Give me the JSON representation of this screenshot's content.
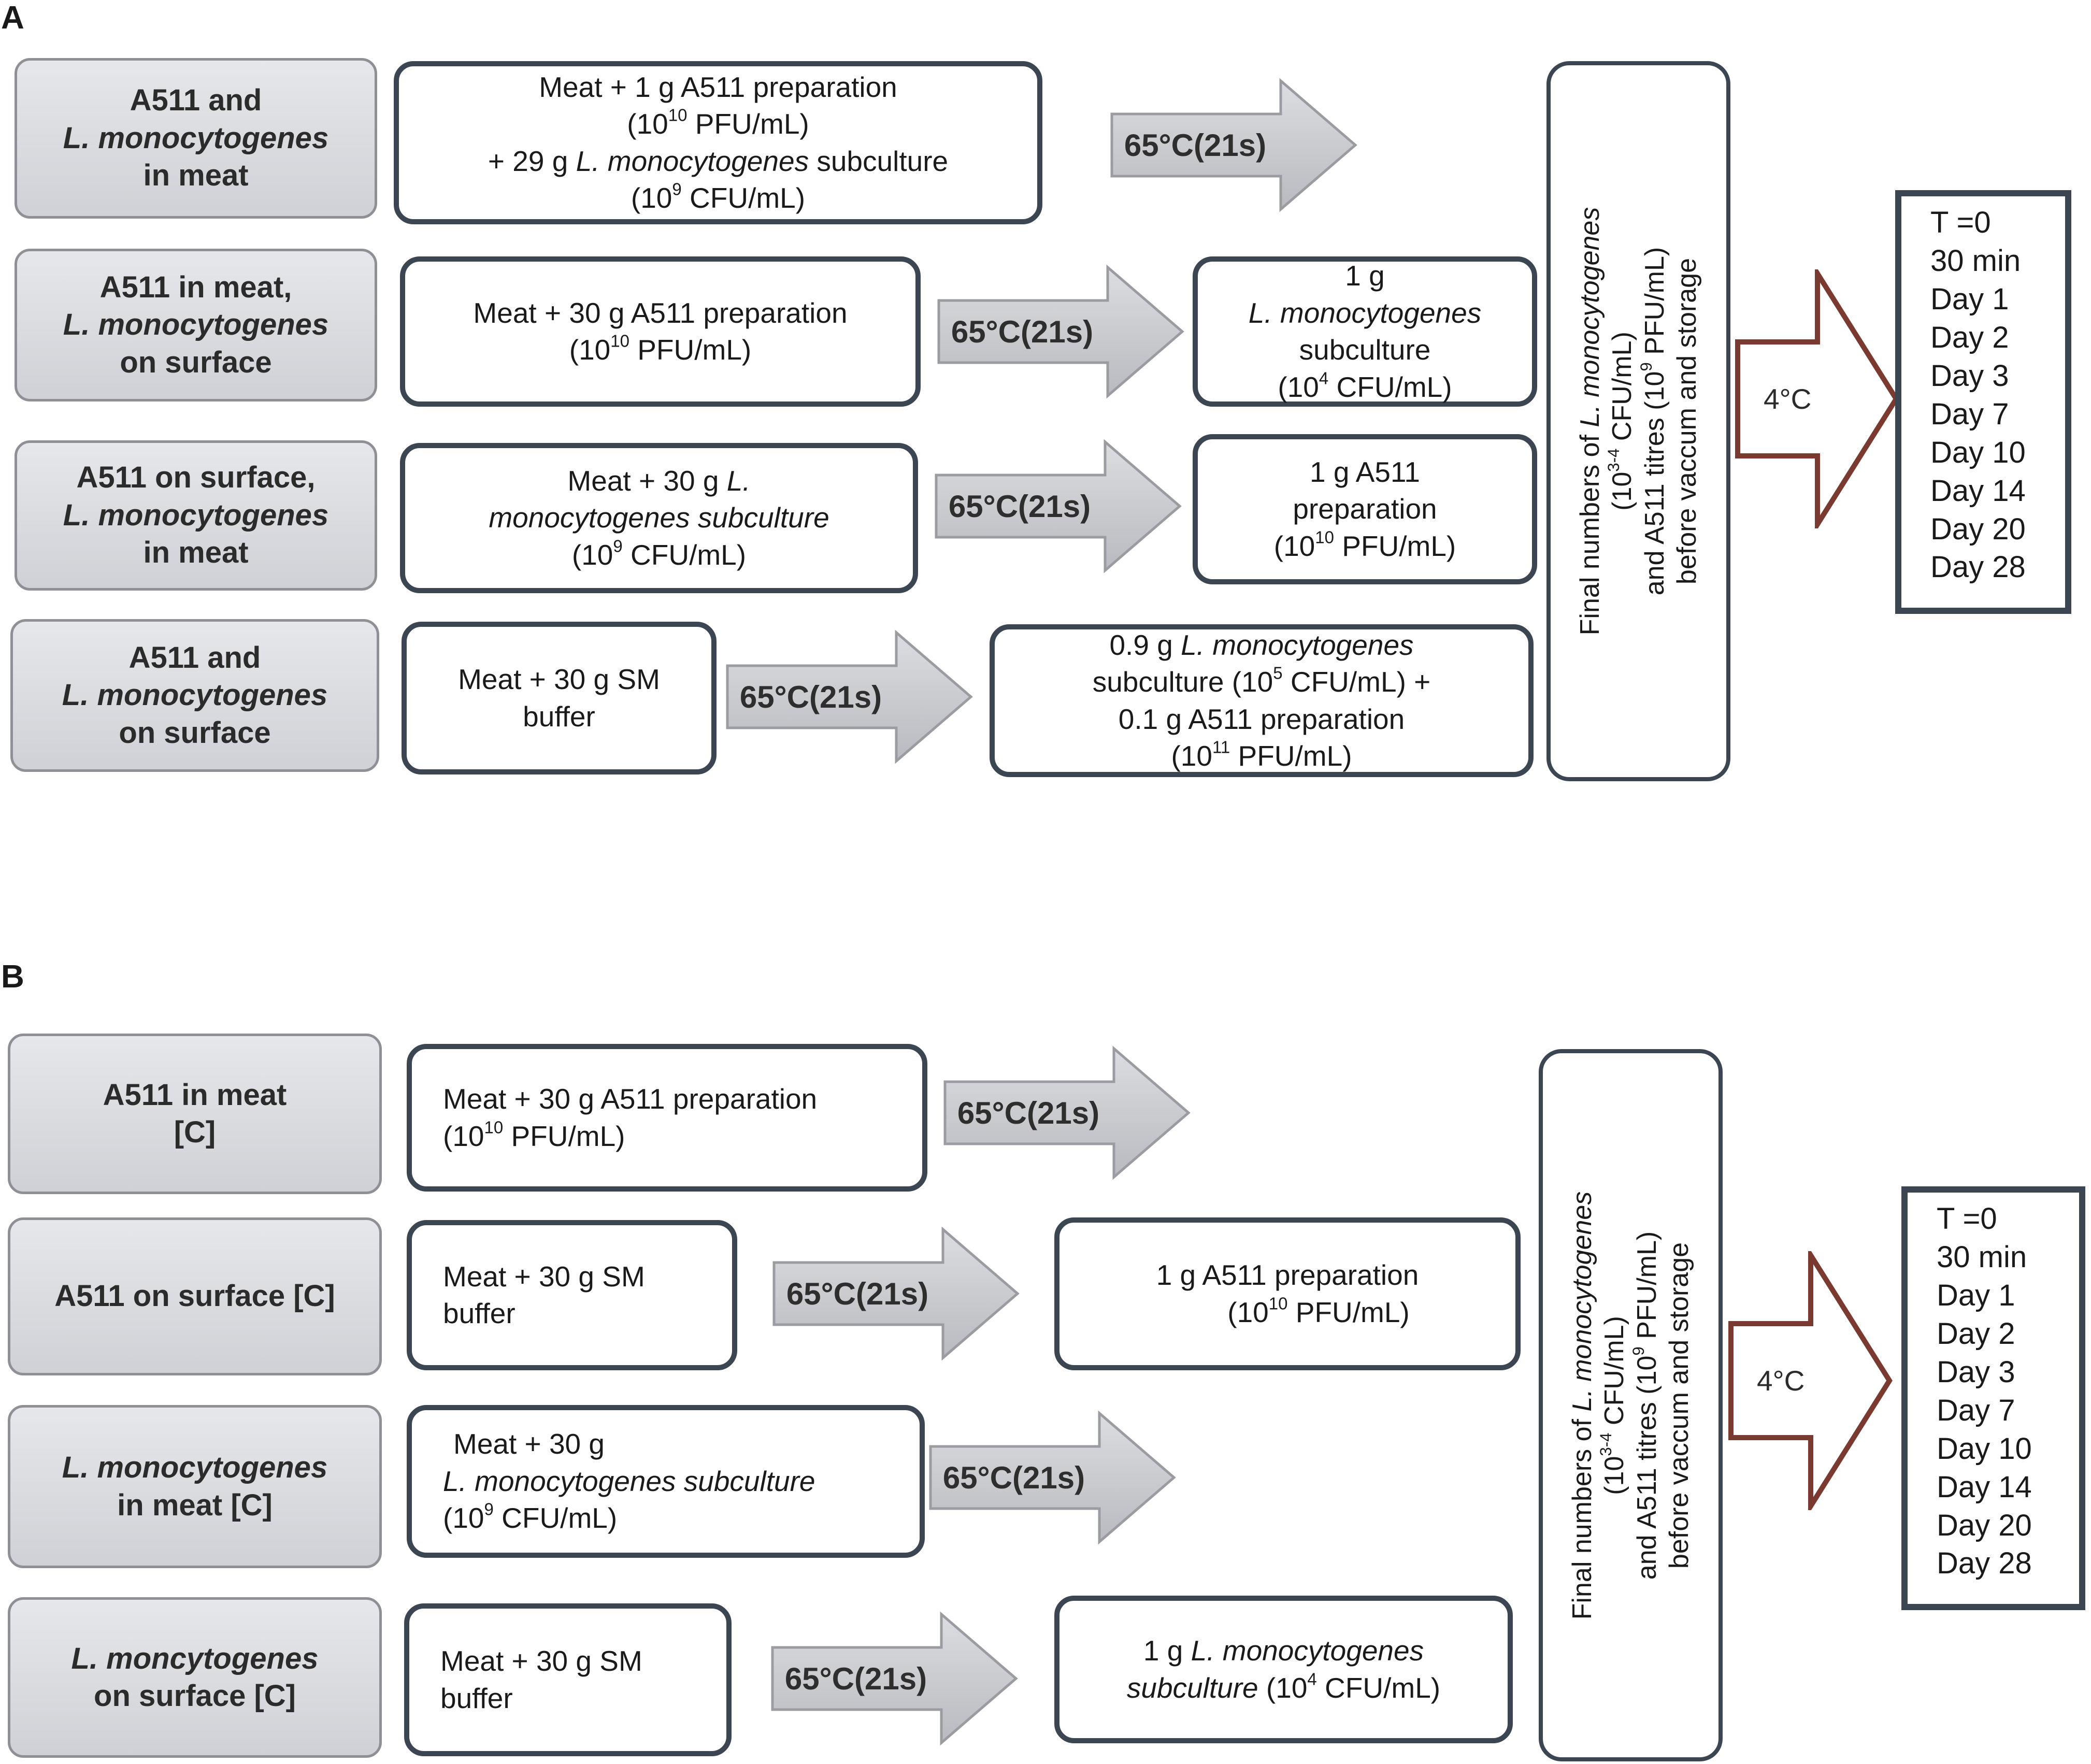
{
  "panels": [
    {
      "letter": "A",
      "rows": [
        {
          "label": [
            "A511 and",
            "L. monocytogenes",
            "in meat"
          ],
          "step1": [
            [
              "Meat + 1 g A511 preparation"
            ],
            [
              "(10",
              {
                "sup": "10"
              },
              " PFU/mL)"
            ],
            [
              "+ 29 g ",
              {
                "i": "L. monocytogenes"
              },
              " subculture"
            ],
            [
              "(10",
              {
                "sup": "9"
              },
              " CFU/mL)"
            ]
          ],
          "arrow": "65°C(21s)",
          "step2": []
        },
        {
          "label": [
            "A511 in meat,",
            "L. monocytogenes",
            "on surface"
          ],
          "step1": [
            [
              "Meat + 30 g A511 preparation"
            ],
            [
              "(10",
              {
                "sup": "10"
              },
              " PFU/mL)"
            ]
          ],
          "arrow": "65°C(21s)",
          "step2": [
            [
              "1 g"
            ],
            [
              {
                "i": "L. monocytogenes"
              }
            ],
            [
              "subculture"
            ],
            [
              "(10",
              {
                "sup": "4"
              },
              " CFU/mL)"
            ]
          ]
        },
        {
          "label": [
            "A511 on surface,",
            "L. monocytogenes",
            "in meat"
          ],
          "step1": [
            [
              "Meat + 30 g ",
              {
                "i": "L."
              }
            ],
            [
              {
                "i": "monocytogenes subculture"
              }
            ],
            [
              "(10",
              {
                "sup": "9"
              },
              " CFU/mL)"
            ]
          ],
          "arrow": "65°C(21s)",
          "step2": [
            [
              "1 g A511"
            ],
            [
              "preparation"
            ],
            [
              "(10",
              {
                "sup": "10"
              },
              " PFU/mL)"
            ]
          ]
        },
        {
          "label": [
            "A511 and",
            "L. monocytogenes",
            "on surface"
          ],
          "step1": [
            [
              "Meat + 30 g SM"
            ],
            [
              "buffer"
            ]
          ],
          "arrow": "65°C(21s)",
          "step2": [
            [
              "0.9 g ",
              {
                "i": "L. monocytogenes"
              }
            ],
            [
              "subculture  (10",
              {
                "sup": "5"
              },
              " CFU/mL) +"
            ],
            [
              "0.1 g A511 preparation"
            ],
            [
              "(10",
              {
                "sup": "11"
              },
              " PFU/mL)"
            ]
          ]
        }
      ],
      "final_box": [
        [
          "Final numbers of ",
          {
            "i": "L. monocytogenes"
          }
        ],
        [
          "(10",
          {
            "sup": "3-4"
          },
          " CFU/mL)"
        ],
        [
          "and A511 titres (10",
          {
            "sup": "9"
          },
          " PFU/mL)"
        ],
        [
          "before vaccum and storage"
        ]
      ],
      "storage_arrow": "4°C",
      "times": [
        "T =0",
        "30 min",
        "Day 1",
        "Day 2",
        "Day 3",
        "Day 7",
        "Day 10",
        "Day 14",
        "Day 20",
        "Day 28"
      ]
    },
    {
      "letter": "B",
      "rows": [
        {
          "label": [
            "A511 in meat",
            "[C]"
          ],
          "step1": [
            [
              "Meat + 30 g A511 preparation"
            ],
            [
              "(10",
              {
                "sup": "10"
              },
              " PFU/mL)"
            ]
          ],
          "arrow": "65°C(21s)",
          "step2": []
        },
        {
          "label": [
            "A511 on surface [C]"
          ],
          "step1": [
            [
              "Meat + 30 g SM"
            ],
            [
              "buffer"
            ]
          ],
          "arrow": "65°C(21s)",
          "step2": [
            [
              "1 g A511 preparation"
            ],
            [
              "(10",
              {
                "sup": "10"
              },
              " PFU/mL)"
            ]
          ]
        },
        {
          "label": [
            {
              "i": "L. monocytogenes"
            },
            "in meat [C]"
          ],
          "step1": [
            [
              "Meat + 30 g"
            ],
            [
              {
                "i": "L. monocytogenes subculture"
              }
            ],
            [
              "(10",
              {
                "sup": "9"
              },
              " CFU/mL)"
            ]
          ],
          "arrow": "65°C(21s)",
          "step2": []
        },
        {
          "label": [
            {
              "i": "L. moncytogenes"
            },
            "on surface [C]"
          ],
          "step1": [
            [
              "Meat  + 30 g SM"
            ],
            [
              "buffer"
            ]
          ],
          "arrow": "65°C(21s)",
          "step2": [
            [
              "1 g ",
              {
                "i": "L. monocytogenes"
              }
            ],
            [
              {
                "i": "subculture"
              },
              " (10",
              {
                "sup": "4"
              },
              " CFU/mL)"
            ]
          ]
        }
      ],
      "final_box": [
        [
          "Final numbers of ",
          {
            "i": "L. monocytogenes"
          }
        ],
        [
          "(10",
          {
            "sup": "3-4"
          },
          " CFU/mL)"
        ],
        [
          "and A511 titres (10",
          {
            "sup": "9"
          },
          " PFU/mL)"
        ],
        [
          "before vaccum and storage"
        ]
      ],
      "storage_arrow": "4°C",
      "times": [
        "T =0",
        "30 min",
        "Day 1",
        "Day 2",
        "Day 3",
        "Day 7",
        "Day 10",
        "Day 14",
        "Day 20",
        "Day 28"
      ]
    }
  ],
  "colors": {
    "box_border": "#3c4552",
    "label_fill": "#d8d9dd",
    "arrow_fill": "#c7c8cc",
    "storage_arrow_stroke": "#7b3a30"
  }
}
